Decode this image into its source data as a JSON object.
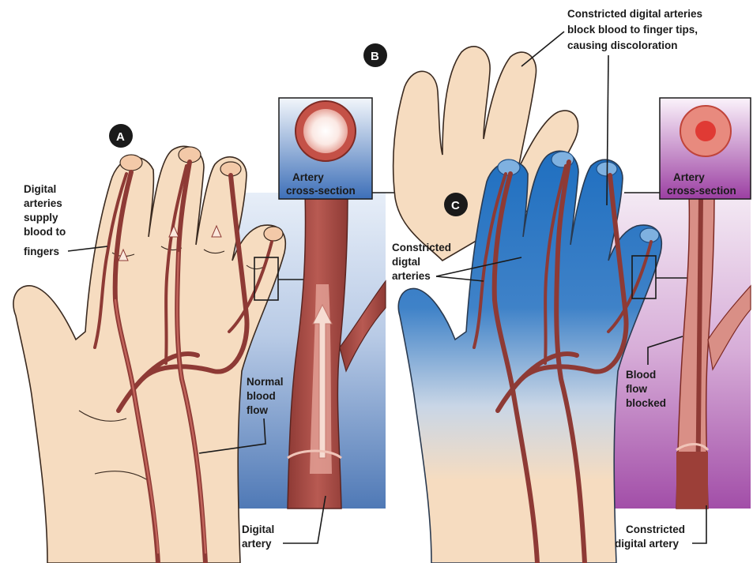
{
  "colors": {
    "skin": "#f6dcc0",
    "artery": "#8e3a35",
    "panel_normal": "#4f79b6",
    "panel_constricted": "#a24ea8",
    "finger_blue": "#1f6fc0"
  },
  "labels": {
    "badge_a": "A",
    "badge_b": "B",
    "badge_c": "C",
    "top_caption_1": "Constricted digital arteries",
    "top_caption_2": "block blood to finger tips,",
    "top_caption_3": "causing discoloration",
    "supply_1": "Digital",
    "supply_2": "arteries",
    "supply_3": "supply",
    "supply_4": "blood to",
    "supply_5": "fingers",
    "cross_left_1": "Artery",
    "cross_left_2": "cross-section",
    "cross_right_1": "Artery",
    "cross_right_2": "cross-section",
    "normal_1": "Normal",
    "normal_2": "blood",
    "normal_3": "flow",
    "digital_1": "Digital",
    "digital_2": "artery",
    "constricted_1": "Constricted",
    "constricted_2": "digtal",
    "constricted_3": "arteries",
    "blocked_1": "Blood",
    "blocked_2": "flow",
    "blocked_3": "blocked",
    "cdigital_1": "Constricted",
    "cdigital_2": "digital artery"
  }
}
